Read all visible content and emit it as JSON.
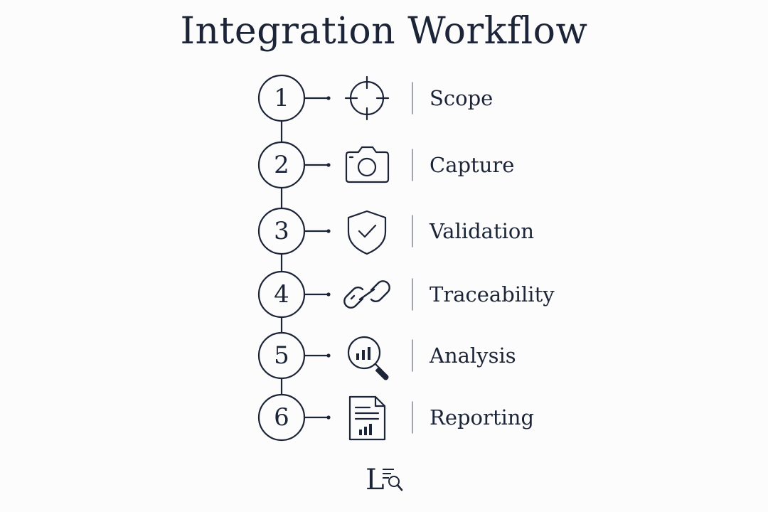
{
  "title": "Integration Workflow",
  "colors": {
    "ink": "#1c2438",
    "background": "#fcfcfc"
  },
  "steps": [
    {
      "number": "1",
      "label": "Scope",
      "icon": "crosshair-icon"
    },
    {
      "number": "2",
      "label": "Capture",
      "icon": "camera-icon"
    },
    {
      "number": "3",
      "label": "Validation",
      "icon": "shield-check-icon"
    },
    {
      "number": "4",
      "label": "Traceability",
      "icon": "link-icon"
    },
    {
      "number": "5",
      "label": "Analysis",
      "icon": "magnifier-chart-icon"
    },
    {
      "number": "6",
      "label": "Reporting",
      "icon": "report-document-icon"
    }
  ],
  "logo": {
    "icon": "document-search-logo"
  }
}
